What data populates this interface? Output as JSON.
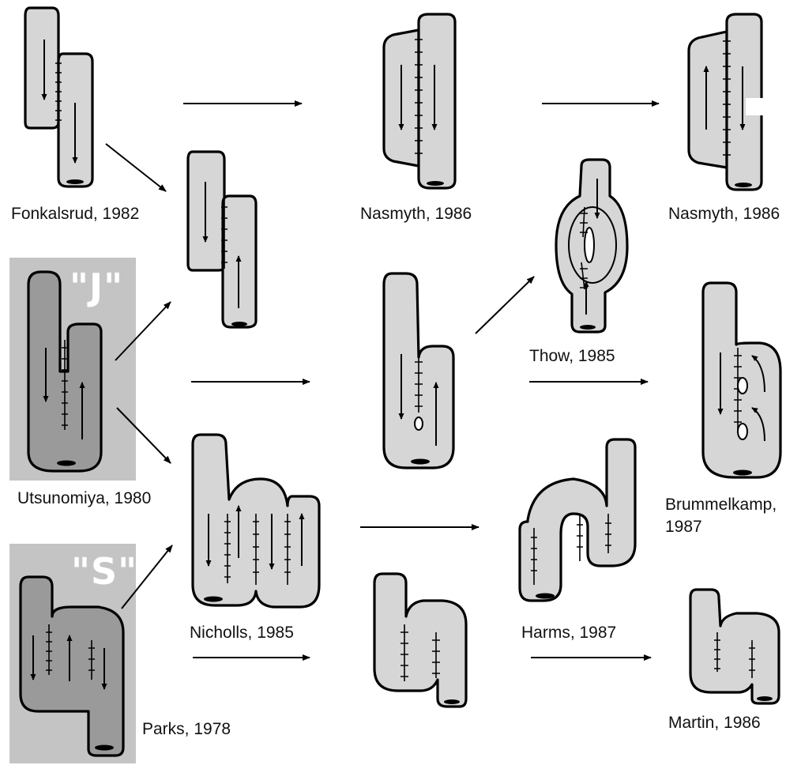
{
  "panels": {
    "j_label": "\"J\"",
    "s_label": "\"S\""
  },
  "labels": {
    "fonkalsrud": "Fonkalsrud, 1982",
    "utsunomiya": "Utsunomiya, 1980",
    "parks": "Parks, 1978",
    "nasmyth_1": "Nasmyth, 1986",
    "nasmyth_2": "Nasmyth, 1986",
    "thow": "Thow, 1985",
    "nicholls": "Nicholls, 1985",
    "harms": "Harms, 1987",
    "brummelkamp_1": "Brummelkamp,",
    "brummelkamp_2": "1987",
    "martin": "Martin, 1986"
  }
}
